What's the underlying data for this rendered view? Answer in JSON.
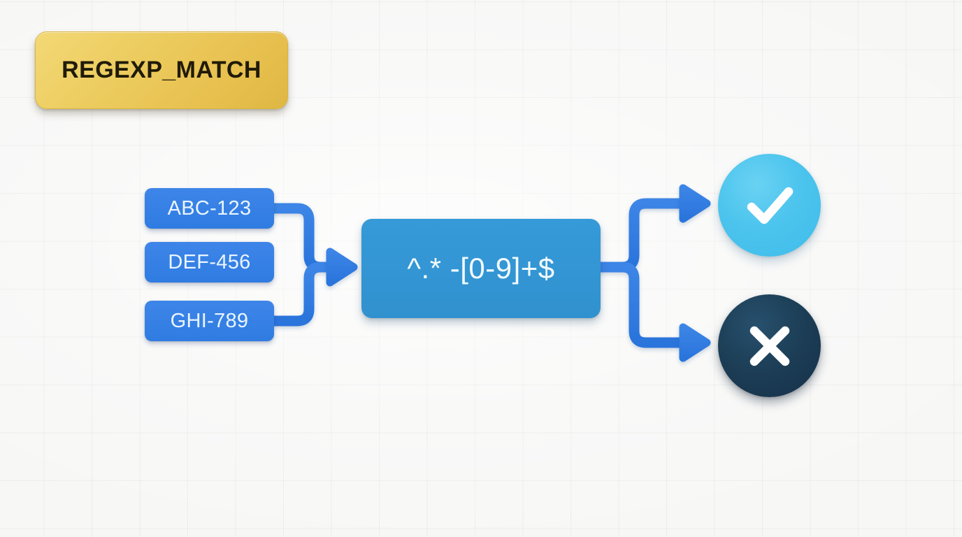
{
  "diagram": {
    "title_badge": {
      "label": "REGEXP_MATCH",
      "icon": "function-badge-icon"
    },
    "inputs": [
      {
        "label": "ABC-123"
      },
      {
        "label": "DEF-456"
      },
      {
        "label": "GHI-789"
      }
    ],
    "pattern": {
      "label": "^.* -[0-9]+$"
    },
    "results": [
      {
        "icon": "check-icon",
        "state": "match"
      },
      {
        "icon": "cross-icon",
        "state": "no-match"
      }
    ],
    "colors": {
      "background": "#f7f7f6",
      "grid_line": "rgba(0,0,0,0.045)",
      "badge_gold": "#eccc5f",
      "badge_text": "#201b08",
      "input_blue": "#2f7ce2",
      "pattern_blue": "#3394d2",
      "connector_blue": "#2f7ee0",
      "match_cyan": "#4cc4ed",
      "nomatch_navy": "#1c3d55",
      "glyph_white": "#ffffff"
    }
  }
}
